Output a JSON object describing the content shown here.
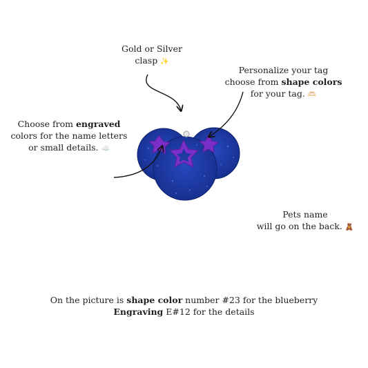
{
  "annotations": {
    "clasp": {
      "line1": "Gold or Silver",
      "line2": "clasp",
      "emoji": "✨"
    },
    "shape": {
      "line1": "Personalize your tag",
      "line2_prefix": "choose from ",
      "line2_bold": "shape colors",
      "line3": "for your tag.",
      "emoji": "🫶🏻"
    },
    "engraving": {
      "line1_prefix": "Choose from ",
      "line1_bold": "engraved",
      "line2": "colors for the name letters",
      "line3": "or small details.",
      "emoji": "☁️"
    },
    "back": {
      "line1": "Pets name",
      "line2": "will go on the back.",
      "emoji": "🧸"
    }
  },
  "footer": {
    "line1_prefix": "On the picture is ",
    "line1_bold": "shape color",
    "line1_suffix": " number #23 for the blueberry",
    "line2_bold": "Engraving",
    "line2_suffix": " E#12 for the details"
  },
  "colors": {
    "glitter_blue": "#1a3aa8",
    "glitter_dark": "#0f226e",
    "engraving_purple": "#7a2fc8",
    "arrow": "#111111"
  }
}
